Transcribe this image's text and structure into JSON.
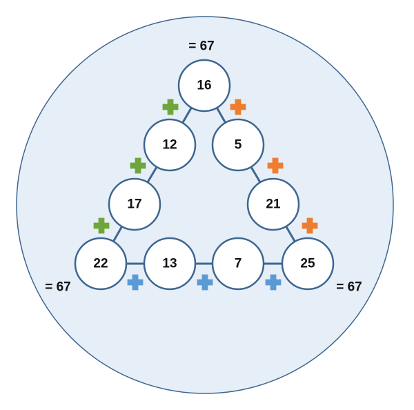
{
  "colors": {
    "background_disc": "#e6eef7",
    "outline": "#3d6690",
    "node_fill": "#ffffff",
    "plus_left": "#6fa63c",
    "plus_right": "#ef7d2f",
    "plus_bottom": "#5b9bd5"
  },
  "sums": {
    "top": "= 67",
    "bottom_left": "= 67",
    "bottom_right": "= 67"
  },
  "nodes": {
    "top": "16",
    "left_1": "12",
    "left_2": "17",
    "bottom_left": "22",
    "right_1": "5",
    "right_2": "21",
    "bottom_right": "25",
    "bottom_1": "13",
    "bottom_2": "7"
  },
  "operators": {
    "left_side": "plus-icon",
    "right_side": "plus-icon",
    "bottom_side": "plus-icon"
  }
}
